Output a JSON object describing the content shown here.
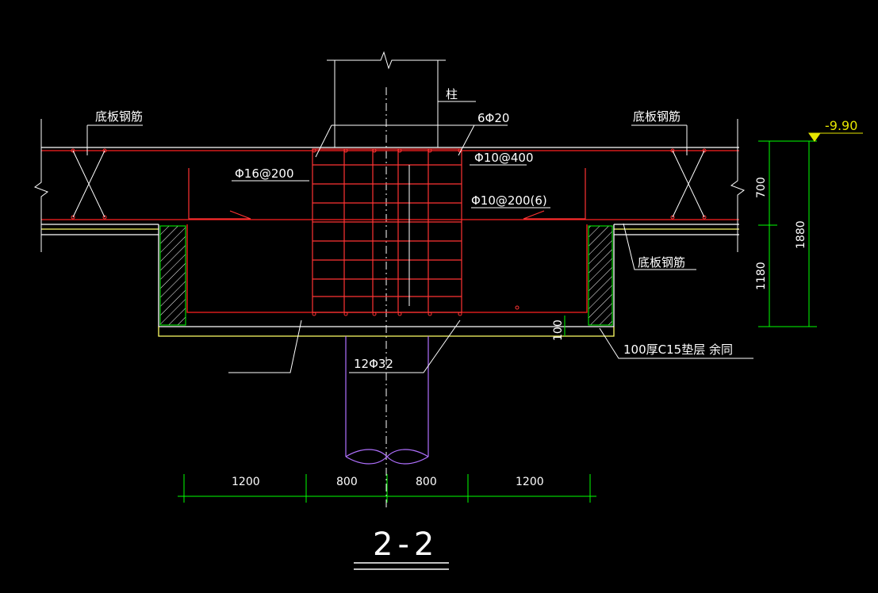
{
  "labels": {
    "column": "柱",
    "bottom_rebar_left": "底板钢筋",
    "bottom_rebar_right": "底板钢筋",
    "bottom_rebar_lower": "底板钢筋",
    "vertical_bars": "6Φ20",
    "stirrup_a": "Φ10@400",
    "stirrup_b": "Φ10@200(6)",
    "side_bars": "Φ16@200",
    "main_bars": "12Φ32",
    "cushion": "100厚C15垫层 余同"
  },
  "elevation": "-9.90",
  "dimensions": {
    "horizontal": [
      "1200",
      "800",
      "800",
      "1200"
    ],
    "vertical_upper": "700",
    "vertical_lower": "1180",
    "vertical_total": "1880",
    "cushion_thickness": "100"
  },
  "section_title": "2-2",
  "colors": {
    "background": "#000000",
    "concrete_outline": "#ff2020",
    "rebar": "#ff3333",
    "leader_lines": "#ffffff",
    "dimension_lines": "#00ff00",
    "cushion_line": "#ffff66",
    "pile": "#b070ff",
    "elevation_mark": "#e6e600"
  }
}
